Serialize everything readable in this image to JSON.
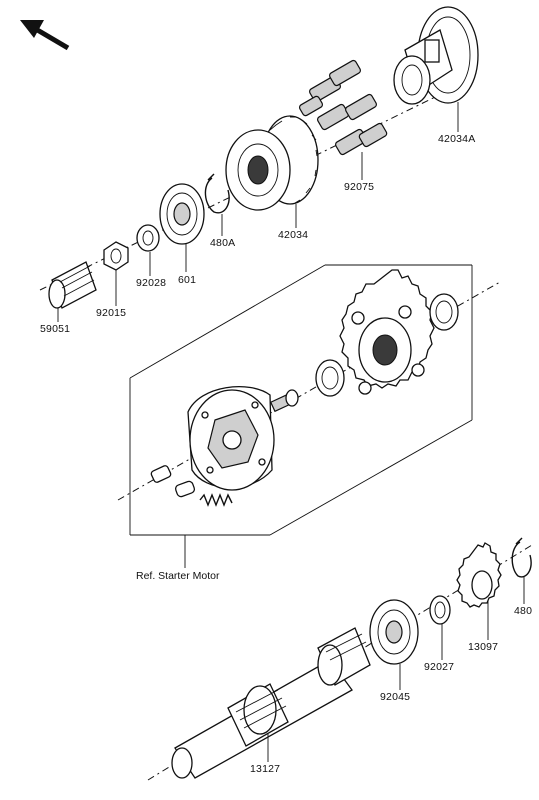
{
  "parts": [
    {
      "key": "p42034A",
      "label": "42034A"
    },
    {
      "key": "p92075",
      "label": "92075"
    },
    {
      "key": "p42034",
      "label": "42034"
    },
    {
      "key": "p480A",
      "label": "480A"
    },
    {
      "key": "p601",
      "label": "601"
    },
    {
      "key": "p92028",
      "label": "92028"
    },
    {
      "key": "p92015",
      "label": "92015"
    },
    {
      "key": "p59051",
      "label": "59051"
    },
    {
      "key": "p480",
      "label": "480"
    },
    {
      "key": "p13097",
      "label": "13097"
    },
    {
      "key": "p92027",
      "label": "92027"
    },
    {
      "key": "p92045",
      "label": "92045"
    },
    {
      "key": "p13127",
      "label": "13127"
    }
  ],
  "reference": "Ref. Starter Motor",
  "icons": [
    "front-direction-arrow-icon"
  ]
}
